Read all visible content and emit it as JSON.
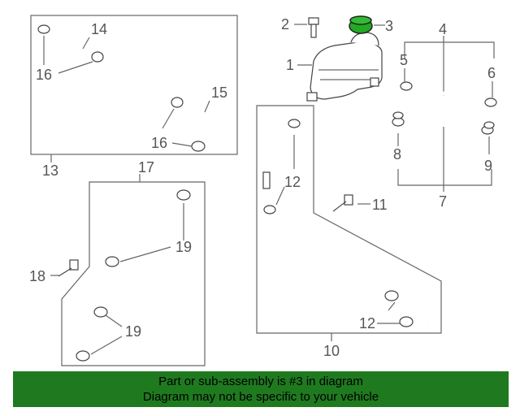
{
  "callouts": {
    "c1": "1",
    "c2": "2",
    "c3": "3",
    "c4": "4",
    "c5": "5",
    "c6": "6",
    "c7": "7",
    "c8": "8",
    "c9": "9",
    "c10": "10",
    "c11": "11",
    "c12a": "12",
    "c12b": "12",
    "c13": "13",
    "c14": "14",
    "c15": "15",
    "c16a": "16",
    "c16b": "16",
    "c17": "17",
    "c18": "18",
    "c19a": "19",
    "c19b": "19"
  },
  "highlight": {
    "part": "3",
    "color": "#22aa22"
  },
  "banner": {
    "line1": "Part or sub-assembly is #3 in diagram",
    "line2": "Diagram may not be specific to your vehicle",
    "color": "#1f7a1f"
  }
}
